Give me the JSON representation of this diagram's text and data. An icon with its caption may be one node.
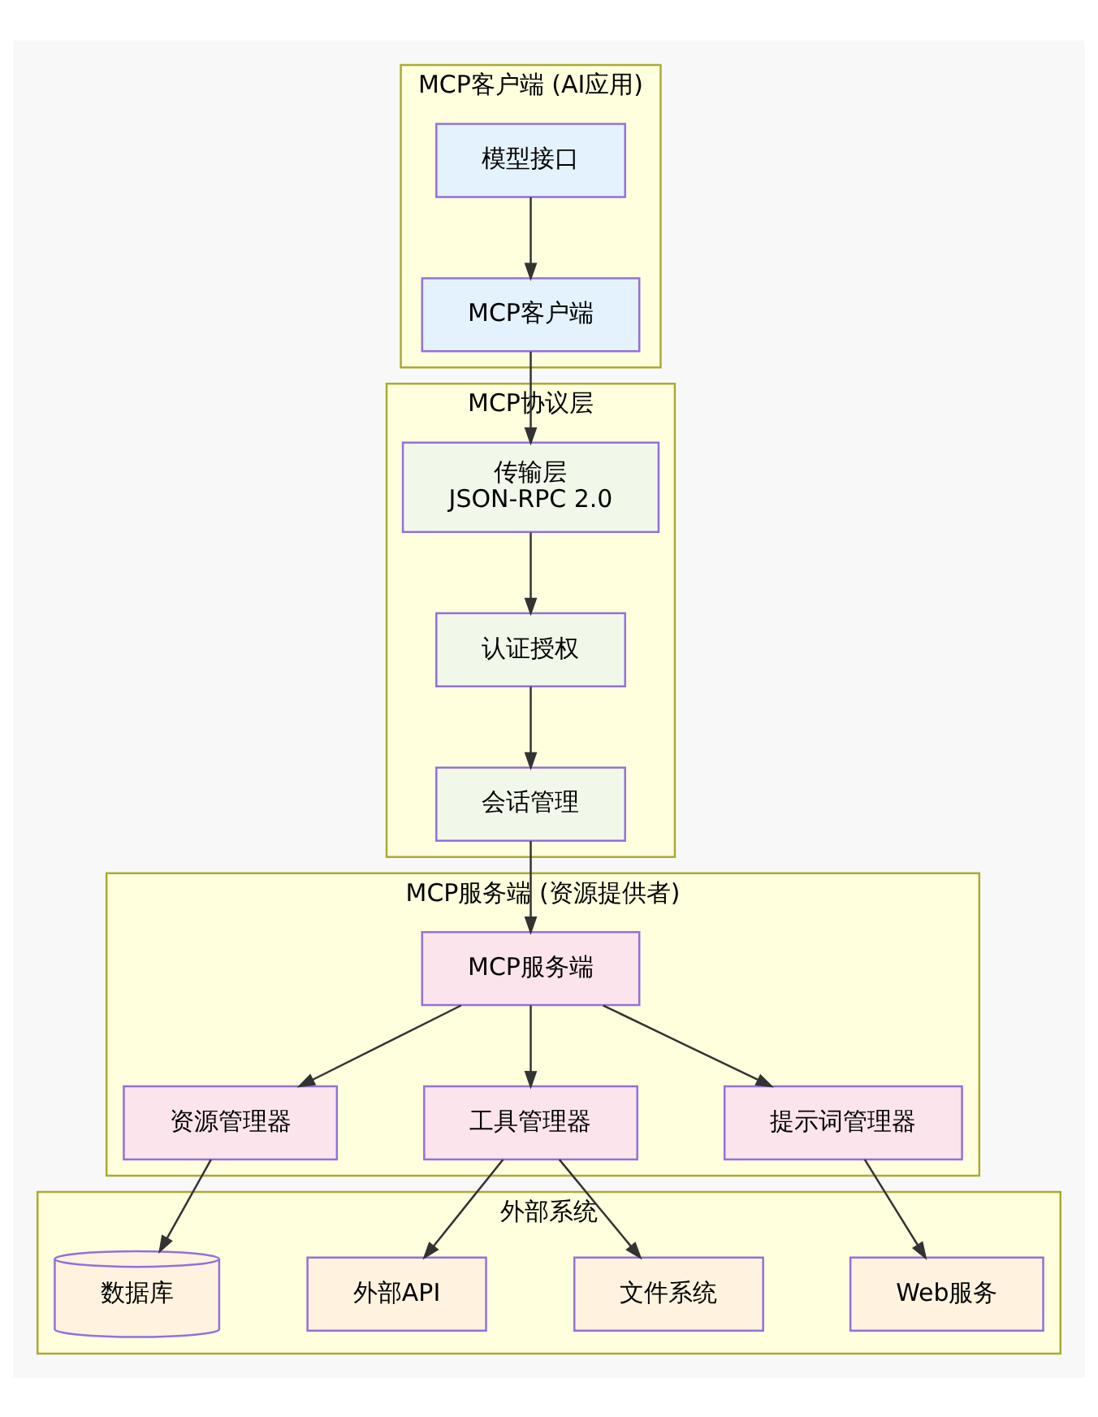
{
  "diagram": {
    "nodes": [
      {
        "text": [
          "MCP客户端 (AI应用)"
        ]
      },
      {
        "text": [
          "模型接口"
        ],
        "in": 0
      },
      {
        "text": [
          "MCP客户端"
        ],
        "in": 0
      },
      {
        "text": [
          "MCP协议层"
        ]
      },
      {
        "text": [
          "传输层",
          "JSON-RPC 2.0"
        ],
        "in": 3
      },
      {
        "text": [
          "认证授权"
        ],
        "in": 3
      },
      {
        "text": [
          "会话管理"
        ],
        "in": 3
      },
      {
        "text": [
          "MCP服务端 (资源提供者)"
        ]
      },
      {
        "text": [
          "MCP服务端"
        ],
        "in": 7
      },
      {
        "text": [
          "资源管理器"
        ],
        "in": 7
      },
      {
        "text": [
          "工具管理器"
        ],
        "in": 7
      },
      {
        "text": [
          "提示词管理器"
        ],
        "in": 7
      },
      {
        "text": [
          "外部系统"
        ]
      },
      {
        "text": [
          "数据库"
        ],
        "in": 12
      },
      {
        "text": [
          "外部API"
        ],
        "in": 12
      },
      {
        "text": [
          "文件系统"
        ],
        "in": 12
      },
      {
        "text": [
          "Web服务"
        ],
        "in": 12
      }
    ],
    "edges": [
      {
        "from": 1,
        "to": 2,
        "arrow": "to"
      },
      {
        "from": 2,
        "to": 4,
        "arrow": "to"
      },
      {
        "from": 4,
        "to": 5,
        "arrow": "to"
      },
      {
        "from": 5,
        "to": 6,
        "arrow": "to"
      },
      {
        "from": 6,
        "to": 8,
        "arrow": "to"
      },
      {
        "from": 8,
        "to": 9,
        "arrow": "to"
      },
      {
        "from": 8,
        "to": 10,
        "arrow": "to"
      },
      {
        "from": 8,
        "to": 11,
        "arrow": "to"
      },
      {
        "from": 9,
        "to": 13,
        "arrow": "to"
      },
      {
        "from": 10,
        "to": 14,
        "arrow": "to"
      },
      {
        "from": 10,
        "to": 15,
        "arrow": "to"
      },
      {
        "from": 11,
        "to": 16,
        "arrow": "to"
      }
    ]
  }
}
